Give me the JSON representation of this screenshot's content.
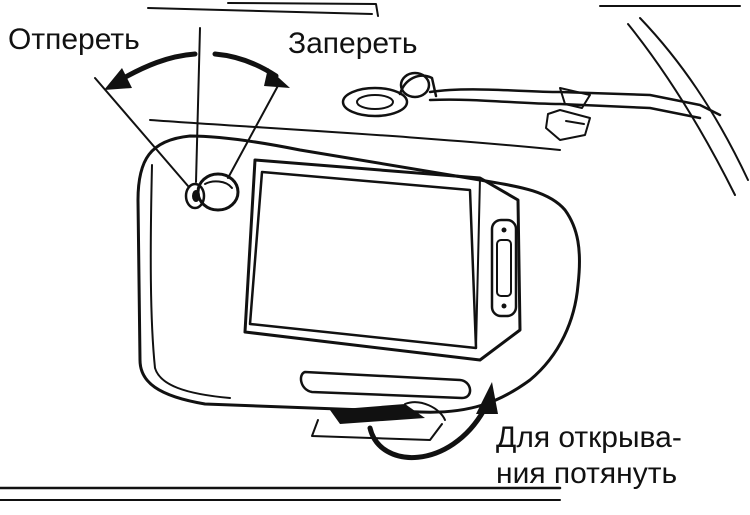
{
  "labels": {
    "unlock": "Отпереть",
    "lock": "Запереть",
    "pull_line1": "Для открыва-",
    "pull_line2": "ния потянуть"
  },
  "colors": {
    "ink": "#111111",
    "paper": "#ffffff"
  },
  "icons": {
    "unlock_arrow": "arrow-left-curved",
    "lock_arrow": "arrow-right-curved",
    "pull_arrow": "arrow-curved-up"
  }
}
